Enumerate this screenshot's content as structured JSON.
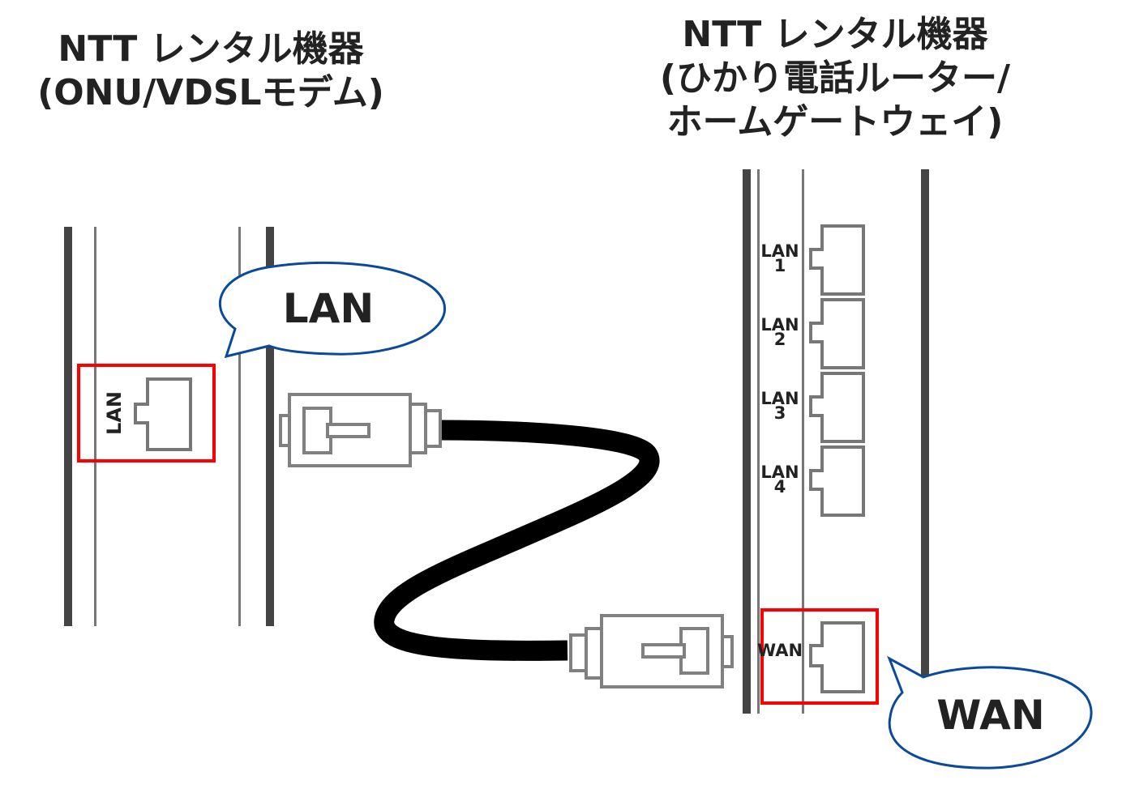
{
  "left_device": {
    "title": "NTT レンタル機器\n(ONU/VDSLモデム)",
    "port_label": "LAN",
    "callout_label": "LAN"
  },
  "right_device": {
    "title": "NTT レンタル機器\n(ひかり電話ルーター/\nホームゲートウェイ)",
    "lan_ports": [
      {
        "name": "LAN",
        "number": "1"
      },
      {
        "name": "LAN",
        "number": "2"
      },
      {
        "name": "LAN",
        "number": "3"
      },
      {
        "name": "LAN",
        "number": "4"
      }
    ],
    "wan_port_label": "WAN",
    "callout_label": "WAN"
  },
  "colors": {
    "device_edge": "#444444",
    "device_line": "#777777",
    "port_outline": "#777777",
    "highlight": "#ff0000",
    "callout_stroke": "#0a4a9c",
    "cable": "#000000",
    "text": "#222222"
  }
}
